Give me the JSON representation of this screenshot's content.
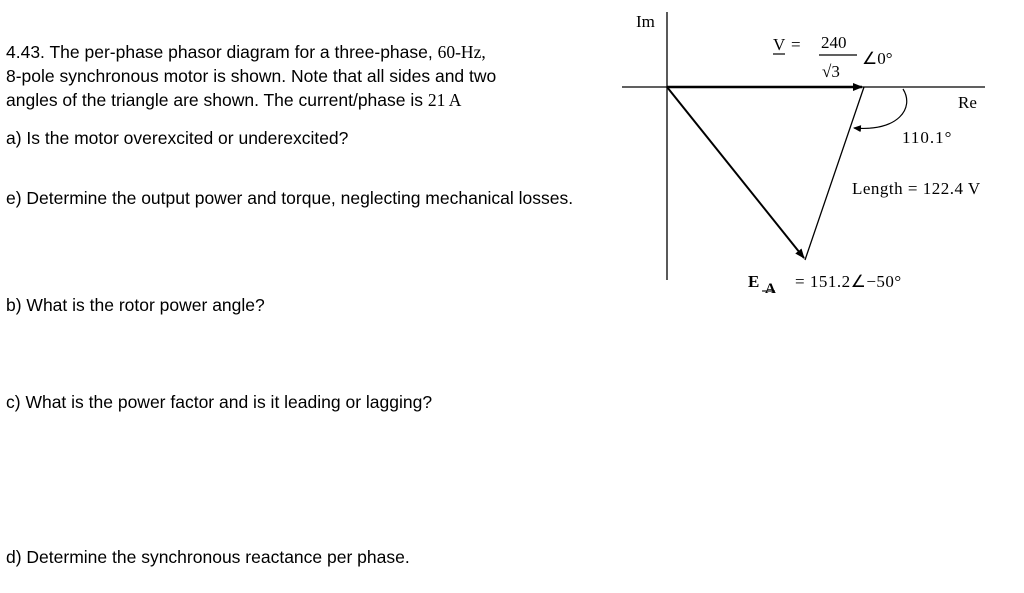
{
  "problem": {
    "line1_a": "4.43. The per-phase phasor diagram for a three-phase, ",
    "line1_b": "60-Hz,",
    "line2": "8-pole synchronous motor is shown. Note that all sides and two",
    "line3_a": "angles of the triangle are shown. The current/phase is ",
    "line3_b": "21 A"
  },
  "questions": {
    "a": "a) Is the motor overexcited or underexcited?",
    "e": "e) Determine the output power and torque, neglecting mechanical losses.",
    "b": "b) What is the rotor power angle?",
    "c": "c) What is the power factor and is it leading or lagging?",
    "d": "d) Determine the synchronous reactance per phase."
  },
  "diagram": {
    "axis_im": "Im",
    "axis_re": "Re",
    "v_label": "V",
    "v_eq": "=",
    "v_num": "240",
    "v_den": "√3",
    "v_angle": "∠0°",
    "angle_label": "110.1°",
    "length_label": "Length = 122.4 V",
    "ea_label": "E",
    "ea_sub": "A",
    "ea_value": "= 151.2∠−50°"
  }
}
